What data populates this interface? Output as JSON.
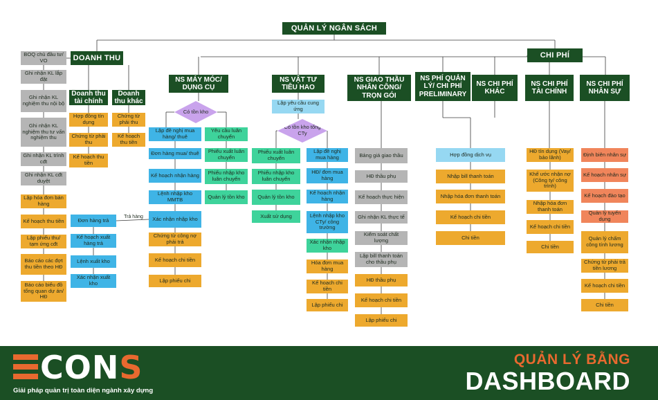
{
  "colors": {
    "header": "#1b4f24",
    "gray": "#b5b5b5",
    "orange": "#eda92e",
    "blue": "#3fb4e6",
    "teal": "#3ed39b",
    "purple": "#c9a3ec",
    "light_blue": "#96d8f2",
    "salmon": "#f0855b",
    "line": "#3a3a3a",
    "footer": "#1b4f24",
    "accent": "#e8692f"
  },
  "nodes": [
    {
      "name": "root",
      "text": "QUẢN LÝ NGÂN SÁCH",
      "style": "hdr"
    },
    {
      "name": "doanh-thu",
      "text": "DOANH THU",
      "style": "hdr"
    },
    {
      "name": "chi-phi",
      "text": "CHI PHÍ",
      "style": "hdr"
    },
    {
      "name": "dt-tai-chinh",
      "text": "Doanh thu tài chính",
      "style": "hdr"
    },
    {
      "name": "dt-khac",
      "text": "Doanh thu khác",
      "style": "hdr"
    },
    {
      "name": "ns-may-moc",
      "text": "NS MÁY MÓC/ DỤNG CỤ",
      "style": "hdr"
    },
    {
      "name": "ns-vat-tu",
      "text": "NS VẬT TƯ TIÊU HAO",
      "style": "hdr"
    },
    {
      "name": "ns-giao-thau",
      "text": "NS GIAO THẦU NHÂN CÔNG/ TRỌN GÓI",
      "style": "hdr"
    },
    {
      "name": "ns-quan-ly",
      "text": "NS PHÍ QUẢN LÝ/ CHI PHÍ PRELIMINARY",
      "style": "hdr"
    },
    {
      "name": "ns-chi-phi-khac",
      "text": "NS CHI PHÍ KHÁC",
      "style": "hdr"
    },
    {
      "name": "ns-tai-chinh",
      "text": "NS CHI PHÍ TÀI CHÍNH",
      "style": "hdr"
    },
    {
      "name": "ns-nhan-su",
      "text": "NS CHI PHÍ NHÂN SỰ",
      "style": "hdr"
    },
    {
      "name": "dt-boq",
      "text": "BOQ chủ đầu tư/ VO",
      "style": "gray"
    },
    {
      "name": "dt-kl-lap-dat",
      "text": "Ghi nhận KL lắp đặt",
      "style": "gray"
    },
    {
      "name": "dt-kl-nghiem-thu-noi-bo",
      "text": "Ghi nhận KL nghiệm thu nội bộ",
      "style": "gray"
    },
    {
      "name": "dt-kl-tu-van",
      "text": "Ghi nhận KL nghiệm thu tư vấn nghiệm thu",
      "style": "gray"
    },
    {
      "name": "dt-kl-trinh-cdt",
      "text": "Ghi nhận KL trình cđt",
      "style": "gray"
    },
    {
      "name": "dt-kl-cdt-duyet",
      "text": "Ghi nhận KL cđt duyệt",
      "style": "gray"
    },
    {
      "name": "dt-lap-hoa-don",
      "text": "Lập hóa đơn bán hàng",
      "style": "orange"
    },
    {
      "name": "dt-ke-hoach-thu",
      "text": "Kế hoạch thu tiền",
      "style": "orange"
    },
    {
      "name": "dt-phieu-thu",
      "text": "Lập phiếu thu/ tạm ứng cđt",
      "style": "orange"
    },
    {
      "name": "dt-bao-cao-dot-thu",
      "text": "Báo cáo các đợt thu tiền theo HĐ",
      "style": "orange"
    },
    {
      "name": "dt-bao-cao-bieu-do",
      "text": "Báo cáo biểu đồ tổng quan dự án/ HĐ",
      "style": "orange"
    },
    {
      "name": "tc-hop-dong",
      "text": "Hợp đồng tín dụng",
      "style": "orange"
    },
    {
      "name": "tc-chung-tu",
      "text": "Chứng từ phải thu",
      "style": "orange"
    },
    {
      "name": "tc-ke-hoach",
      "text": "Kế hoạch thu tiền",
      "style": "orange"
    },
    {
      "name": "k-chung-tu",
      "text": "Chứng từ phải thu",
      "style": "orange"
    },
    {
      "name": "k-ke-hoach",
      "text": "Kế hoạch thu tiền",
      "style": "orange"
    },
    {
      "name": "mm-co-ton-kho",
      "text": "Có tồn kho",
      "style": "purple dia"
    },
    {
      "name": "mm-lap-de-nghi",
      "text": "Lập đề nghị mua hàng/ thuê",
      "style": "blue"
    },
    {
      "name": "mm-don-hang",
      "text": "Đơn hàng mua/ thuê",
      "style": "blue"
    },
    {
      "name": "mm-ke-hoach-nhan",
      "text": "Kế hoạch nhận hàng",
      "style": "blue"
    },
    {
      "name": "mm-lenh-nhap",
      "text": "Lệnh nhập kho MMTB",
      "style": "blue"
    },
    {
      "name": "mm-xac-nhan",
      "text": "Xác nhận nhập kho",
      "style": "blue"
    },
    {
      "name": "mm-chung-tu",
      "text": "Chứng từ công nợ phải trả",
      "style": "orange"
    },
    {
      "name": "mm-ke-hoach-chi",
      "text": "Kế hoạch chi tiền",
      "style": "orange"
    },
    {
      "name": "mm-lap-phieu-chi",
      "text": "Lập phiếu chi",
      "style": "orange"
    },
    {
      "name": "mm-yeu-cau-luan",
      "text": "Yêu cầu luân chuyển",
      "style": "teal"
    },
    {
      "name": "mm-phieu-xuat-luan",
      "text": "Phiếu xuất luân chuyển",
      "style": "teal"
    },
    {
      "name": "mm-phieu-nhap-luan",
      "text": "Phiếu nhập kho luân chuyển",
      "style": "teal"
    },
    {
      "name": "mm-quan-ly-ton",
      "text": "Quản lý tồn kho",
      "style": "teal"
    },
    {
      "name": "mm-don-hang-tra",
      "text": "Đơn hàng trả",
      "style": "blue"
    },
    {
      "name": "mm-ke-hoach-xuat-tra",
      "text": "Kế hoạch xuất hàng trả",
      "style": "blue"
    },
    {
      "name": "mm-lenh-xuat",
      "text": "Lệnh xuất kho",
      "style": "blue"
    },
    {
      "name": "mm-xac-nhan-xuat",
      "text": "Xác nhận xuất kho",
      "style": "blue"
    },
    {
      "name": "mm-tra-hang-label",
      "text": "Trả hàng",
      "style": "plain"
    },
    {
      "name": "vt-lap-yeu-cau",
      "text": "Lập yêu cầu cung ứng",
      "style": "light_blue"
    },
    {
      "name": "vt-co-ton-kho",
      "text": "Có tồn kho tổng CTy",
      "style": "purple dia"
    },
    {
      "name": "vt-phieu-xuat-luan",
      "text": "Phiếu xuất luân chuyển",
      "style": "teal"
    },
    {
      "name": "vt-phieu-nhap-luan",
      "text": "Phiếu nhập kho luân chuyển",
      "style": "teal"
    },
    {
      "name": "vt-quan-ly-ton",
      "text": "Quản lý tồn kho",
      "style": "teal"
    },
    {
      "name": "vt-xuat-su-dung",
      "text": "Xuất sử dụng",
      "style": "teal"
    },
    {
      "name": "vt-lap-de-nghi",
      "text": "Lập đề nghị mua hàng",
      "style": "blue"
    },
    {
      "name": "vt-hd-don-mua",
      "text": "HĐ/ đơn mua hàng",
      "style": "blue"
    },
    {
      "name": "vt-ke-hoach-nhan",
      "text": "Kế hoạch nhận hàng",
      "style": "blue"
    },
    {
      "name": "vt-lenh-nhap",
      "text": "Lệnh nhập kho CTy/ công trường",
      "style": "blue"
    },
    {
      "name": "vt-xac-nhan",
      "text": "Xác nhận nhập kho",
      "style": "teal"
    },
    {
      "name": "vt-hoa-don-mua",
      "text": "Hóa đơn mua hàng",
      "style": "orange"
    },
    {
      "name": "vt-ke-hoach-chi",
      "text": "Kế hoạch chi tiền",
      "style": "orange"
    },
    {
      "name": "vt-lap-phieu-chi",
      "text": "Lập phiếu chi",
      "style": "orange"
    },
    {
      "name": "gt-bang-gia",
      "text": "Bảng giá giao thầu",
      "style": "gray"
    },
    {
      "name": "gt-hd-thau-phu",
      "text": "HĐ thầu phụ",
      "style": "gray"
    },
    {
      "name": "gt-ke-hoach-thuc-hien",
      "text": "Kế hoạch thực hiện",
      "style": "gray"
    },
    {
      "name": "gt-ghi-nhan-kl",
      "text": "Ghi nhận KL thực tế",
      "style": "gray"
    },
    {
      "name": "gt-kiem-soat",
      "text": "Kiểm soát chất lượng",
      "style": "gray"
    },
    {
      "name": "gt-lap-bill",
      "text": "Lập bill thanh toán cho thầu phụ",
      "style": "gray"
    },
    {
      "name": "gt-hd-thau-phu-2",
      "text": "HĐ thầu phụ",
      "style": "orange"
    },
    {
      "name": "gt-ke-hoach-chi",
      "text": "Kế hoạch chi tiền",
      "style": "orange"
    },
    {
      "name": "gt-lap-phieu-chi",
      "text": "Lập phiếu chi",
      "style": "orange"
    },
    {
      "name": "ql-hop-dong",
      "text": "Hợp đồng dịch vụ",
      "style": "light_blue"
    },
    {
      "name": "ql-nhap-bill",
      "text": "Nhập bill thanh toán",
      "style": "orange"
    },
    {
      "name": "ql-nhap-hoa-don",
      "text": "Nhập hóa đơn thanh toán",
      "style": "orange"
    },
    {
      "name": "ql-ke-hoach-chi",
      "text": "Kế hoạch chi tiền",
      "style": "orange"
    },
    {
      "name": "ql-chi-tien",
      "text": "Chi tiền",
      "style": "orange"
    },
    {
      "name": "tcp-hd-tin-dung",
      "text": "HĐ tín dụng (Vay/ bảo lãnh)",
      "style": "orange"
    },
    {
      "name": "tcp-khe-uoc",
      "text": "Khế ước nhận nợ (Công ty/ công trình)",
      "style": "orange"
    },
    {
      "name": "tcp-nhap-hoa-don",
      "text": "Nhập hóa đơn thanh toán",
      "style": "orange"
    },
    {
      "name": "tcp-ke-hoach-chi",
      "text": "Kế hoạch chi tiền",
      "style": "orange"
    },
    {
      "name": "tcp-chi-tien",
      "text": "Chi tiền",
      "style": "orange"
    },
    {
      "name": "ns-dinh-bien",
      "text": "Định biên nhân sự",
      "style": "salmon"
    },
    {
      "name": "ns-ke-hoach-ns",
      "text": "Kế hoạch nhân sự",
      "style": "salmon"
    },
    {
      "name": "ns-ke-hoach-dao-tao",
      "text": "Kế hoạch đào tạo",
      "style": "salmon"
    },
    {
      "name": "ns-quan-ly-tuyen",
      "text": "Quản lý tuyển dụng",
      "style": "salmon"
    },
    {
      "name": "ns-quan-ly-cham-cong",
      "text": "Quản lý chấm công tính lương",
      "style": "orange"
    },
    {
      "name": "ns-chung-tu-luong",
      "text": "Chứng từ phải trả tiền lương",
      "style": "orange"
    },
    {
      "name": "ns-ke-hoach-chi",
      "text": "Kế hoạch chi tiền",
      "style": "orange"
    },
    {
      "name": "ns-chi-tien",
      "text": "Chi tiền",
      "style": "orange"
    }
  ],
  "footer": {
    "logo_main": "CON",
    "logo_accent": "S",
    "tagline": "Giải pháp quản trị toàn diện ngành xây dựng",
    "subtitle": "QUẢN LÝ BẰNG",
    "title": "DASHBOARD"
  }
}
